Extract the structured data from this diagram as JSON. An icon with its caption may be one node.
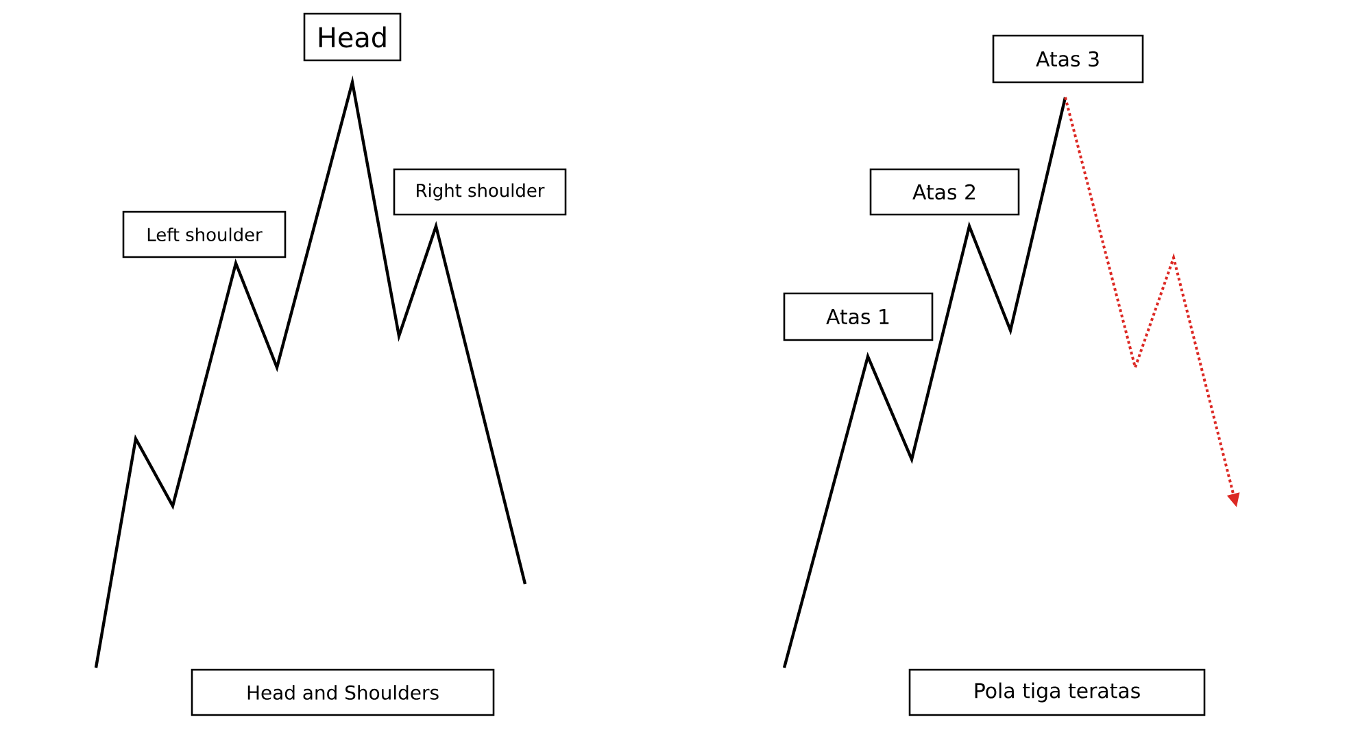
{
  "diagram": {
    "nodes": [
      {
        "text": [
          "Head"
        ]
      },
      {
        "text": [
          "Left shoulder"
        ]
      },
      {
        "text": [
          "Right shoulder"
        ]
      },
      {
        "text": [
          "Head and Shoulders"
        ]
      },
      {
        "text": [
          "Atas 3"
        ]
      },
      {
        "text": [
          "Atas 2"
        ]
      },
      {
        "text": [
          "Atas 1"
        ]
      },
      {
        "text": [
          "Pola tiga teratas"
        ]
      }
    ]
  }
}
